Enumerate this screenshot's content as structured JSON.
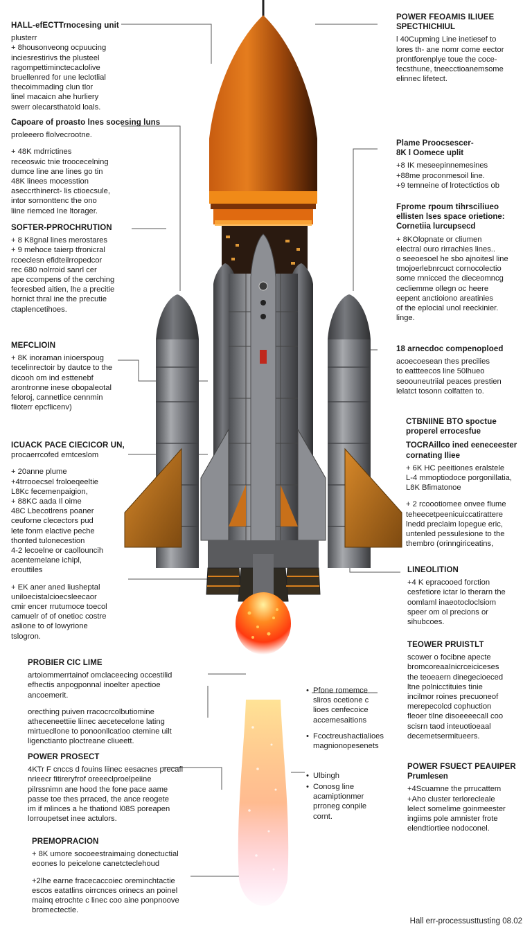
{
  "left_blocks": [
    {
      "title": "HALL-efECTTrnocesing unit",
      "lines": [
        "plusterr",
        "+ 8housonveong ocpuucing",
        "inciesrestirivs the plusteel",
        "ragompettiminctecaclolive",
        "bruellenred for une leclotlial",
        "thecoimmading clun tlor",
        "linel macaicn ahe hurliery",
        "swerr olecarsthatold loals."
      ]
    },
    {
      "title": "Capoare of proasto lnes socesing luns",
      "lines": [
        "proleeero flolvecrootne.",
        "",
        "+ 48K mdrrictines",
        "receoswic tnie troocecelning",
        "dumce line ane lines go tin",
        "48K linees mocesstion",
        "aseccrthinerct- lis ctioecsule,",
        "intor sornonttenc the ono",
        "liine riemced Ine ltorager."
      ]
    },
    {
      "title": "SOFTER-PPROCHRUTION",
      "lines": [
        "+ 8 K8gnal lines merostares",
        "+ 9 mehoce taierp tfronicral",
        "rcoeclesn efidteilrropedcor",
        "rec 680 nolrroid sanrl cer",
        "ape ccompens of the cerching",
        "feoresbed aitien, lhe a precitie",
        "hornict thral ine the precutie",
        "ctaplencetihoes."
      ]
    },
    {
      "title": "MEFCLIOIN",
      "lines": [
        "+ 8K inoraman inioerspoug",
        "tecelinrectoir by dautce to the",
        "dicooh om ind esttenebf",
        "arontronne inese obopaleotal",
        "feloroj, cannetlice cennmin",
        "flioterr epcflicenv)"
      ]
    },
    {
      "title": "ICUACK PACE CIECICOR UN,",
      "lines": [
        "procaerrcofed emtceslom",
        "",
        "+ 20anne plume",
        "+4trrooecsel froloeqeeltie",
        "L8Kc fecemenpaigion,",
        "+ 88KC aada Il oime",
        "48C Lbecotlrens poaner",
        "ceuforne clecectors pud",
        "lete fonm elactive peche",
        "thonted tulonecestion",
        "4-2 lecoelne or caollouncih",
        "acentemelane ichipl,",
        "erouttiles",
        "",
        "+ EK aner aned liusheptal",
        "uniloecistalcioecsleecaor",
        "cmir encer rrutumoce toecol",
        "camuelr of of onetioc costre",
        "aslione to of lowyrione",
        "tslogron."
      ]
    },
    {
      "title": "PROBIER CIC LIME",
      "lines": [
        "artoiommerrtainof omclaceecing occestilid",
        "efhectis anpogponnal inoelter apectioe",
        "ancoemerit.",
        "",
        "orecthing puiven rracocrcolbutiomine",
        "atheceneettiie liinec aecetecelone lating",
        "mirtuecllone to ponoonllcatioo ctemine uilt",
        "ligenctianto ploctreane cliueett."
      ]
    },
    {
      "title": "POWER PROSECT",
      "lines": [
        "4KTr F cnccs d fouins liinec eesacnes precafl",
        "nrieecr fitireryfrof oreeeclproelpeiine",
        "pilrssnimn ane hood the fone pace aame",
        "passe toe thes prraced, the ance reogete",
        "im if mlinces a he thationd l08S poreapen",
        "lorroupetset inee actulors."
      ]
    },
    {
      "title": "PREMOPRACION",
      "lines": [
        "+ 8K umore socoeestraimaing donectuctial",
        "eoones lo peicelone canetcteclehoud",
        "",
        "+2lhe earne fracecaccoiec oreminchtactie",
        "escos eatatlins oirrcnces orinecs an poinel",
        "mainq etrochte c linec coo aine ponpnoove",
        "bromectectle."
      ]
    }
  ],
  "right_blocks": [
    {
      "title": "POWER FEOAMIS ILIUEE",
      "subtitle": "SPECTHICHIUL",
      "lines": [
        "l 40Cupming Line inetiesef to",
        "lores th- ane nomr come eector",
        "prontforenplye toue the coce-",
        "fecsthune, tneecctioanemsome",
        "elinnec lifetect."
      ]
    },
    {
      "title": "Plame Proocsescer-",
      "subtitle": "8K l Oomece uplit",
      "lines": [
        "+8 IK meseepinnemesines",
        "+88me proconmesoil line.",
        "+9 temneine of lrotectictios ob"
      ]
    },
    {
      "title": "Fprome rpoum tihrsciliueo",
      "subtitle": "ellisten lses space orietione:",
      "subtitle2": "Cornetiia lurcupsecd",
      "lines": [
        "+ 8KOlopnate or cliumen",
        "electral ouro rirrachies lines..",
        "o seeoesoel he sbo ajnoitesl line",
        "tmojoerlebnrcuct cornocolectio",
        "some rnnicced the dieceomncg",
        "cecliemme ollegn oc heere",
        "eepent anctioiono areatinies",
        "of the eplocial unol reeckinier.",
        "linge."
      ]
    },
    {
      "title": "18 arnecdoc compenoploed",
      "lines": [
        "acoecoesean thes precilies",
        "to eattteecos line 50lhueo",
        "seoouneutriial peaces prestien",
        "lelatct tosonn colfatten to."
      ]
    },
    {
      "title": "CTBNIINE BTO spoctue",
      "subtitle": "properel errocesfue",
      "subtitle2": "TOCRAillco ined eeneceester",
      "subtitle3": "cornating Iliee",
      "lines": [
        "+ 6K HC peeitiones eralstele",
        "L-4 mmoptiodoce porgonillatia,",
        "L8K Bfimatonoe",
        "",
        "+ 2 rcoootiomee onvee flume",
        "teheecetpeenicuiccatirattere",
        "lnedd preclaim lopegue eric,",
        "untenled pessulesione to the",
        "thembro (orinngiriceatins,"
      ]
    },
    {
      "title": "LINEOLITION",
      "lines": [
        "+4 K epracooed forction",
        "cesfetiore ictar lo therarn the",
        "oomlaml inaeotocloclsiom",
        "speer om ol precions or",
        "sihubcoes."
      ]
    },
    {
      "title": "TEOWER PRUISTLT",
      "lines": [
        "scower o focibne apecte",
        "bromcoreaaInicrceiciceses",
        "the teoeaern dinegecioeced",
        "ltne polnicctituies tinie",
        "incilmor roines precuoneof",
        "merepecolcd cophuction",
        "fleoer tilne disoeeeecall coo",
        "scisrn taod inteuotioeaal",
        "decemetsermitueers."
      ]
    },
    {
      "title": "POWER FSUECT PEAUIPER",
      "subtitle": "Prumlesen",
      "lines": [
        "+4Scuamne the prrucattem",
        "+Aho cluster terlorecleale",
        "lelect somelime goinmeester",
        "ingiims pole amnister frote",
        "elendtiortiee nodoconel."
      ]
    }
  ],
  "center_bullets": [
    {
      "lines": [
        "Pfone romemce",
        "sliros ocetione c",
        "lioes cenfecoice",
        "accemesaitions"
      ]
    },
    {
      "lines": [
        "Fcoctreushactialioes",
        "magnionopesenets"
      ]
    },
    {
      "lines": [
        "Ulbingh"
      ]
    },
    {
      "lines": [
        "Conosg line",
        "acamiptionmer",
        "prroneg conpile",
        "cornt."
      ]
    }
  ],
  "footer": "Hall err-processusttusting 08.02",
  "colors": {
    "nose_dark": "#4a1f05",
    "nose_light": "#e0751a",
    "band_orange": "#f08a18",
    "body_gray": "#7d7f84",
    "fin_orange": "#b86f18",
    "flame": "#ff5a10"
  }
}
